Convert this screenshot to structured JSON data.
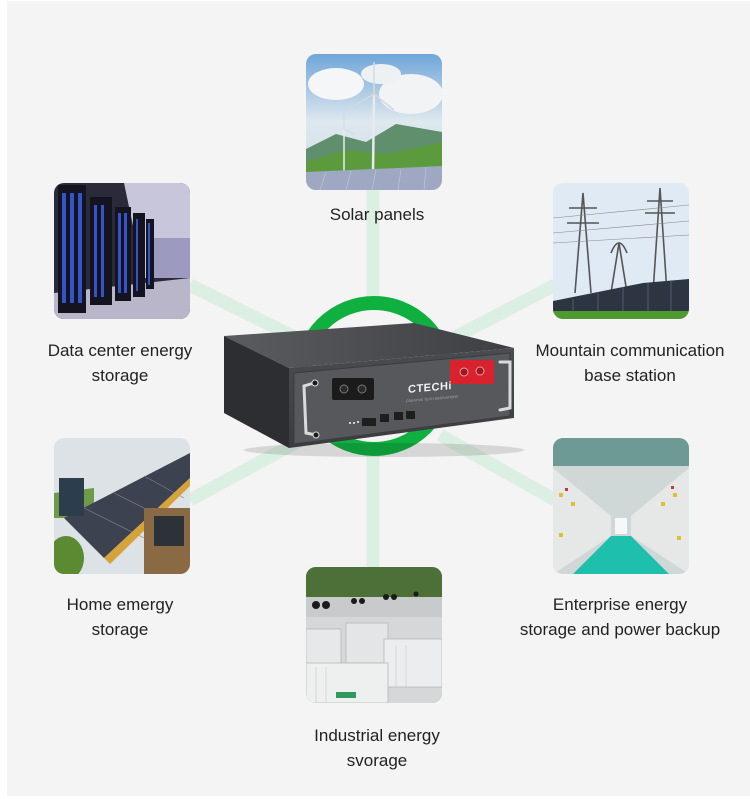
{
  "product": {
    "brand": "CTECHi",
    "brand_tagline": "CREATIVE TECH INNOVATIONS",
    "type": "rack-mounted lithium battery",
    "accent_ring_color": "#10b040",
    "connector_color": "#dcefe3",
    "background_color": "#f4f4f4"
  },
  "applications": [
    {
      "id": "solar",
      "label": "Solar panels",
      "image": "wind-turbines-solar-panels"
    },
    {
      "id": "datacenter",
      "label": "Data center energy\nstorage",
      "image": "data-center-server-racks"
    },
    {
      "id": "mountain",
      "label": "Mountain communication\nbase station",
      "image": "power-towers-solar-field"
    },
    {
      "id": "home",
      "label": "Home emergy\nstorage",
      "image": "house-roof-solar-panels"
    },
    {
      "id": "enterprise",
      "label": "Enterprise energy\nstorage and power backup",
      "image": "switchgear-room"
    },
    {
      "id": "industrial",
      "label": "Industrial energy\nsvorage",
      "image": "containerized-storage-units"
    }
  ]
}
